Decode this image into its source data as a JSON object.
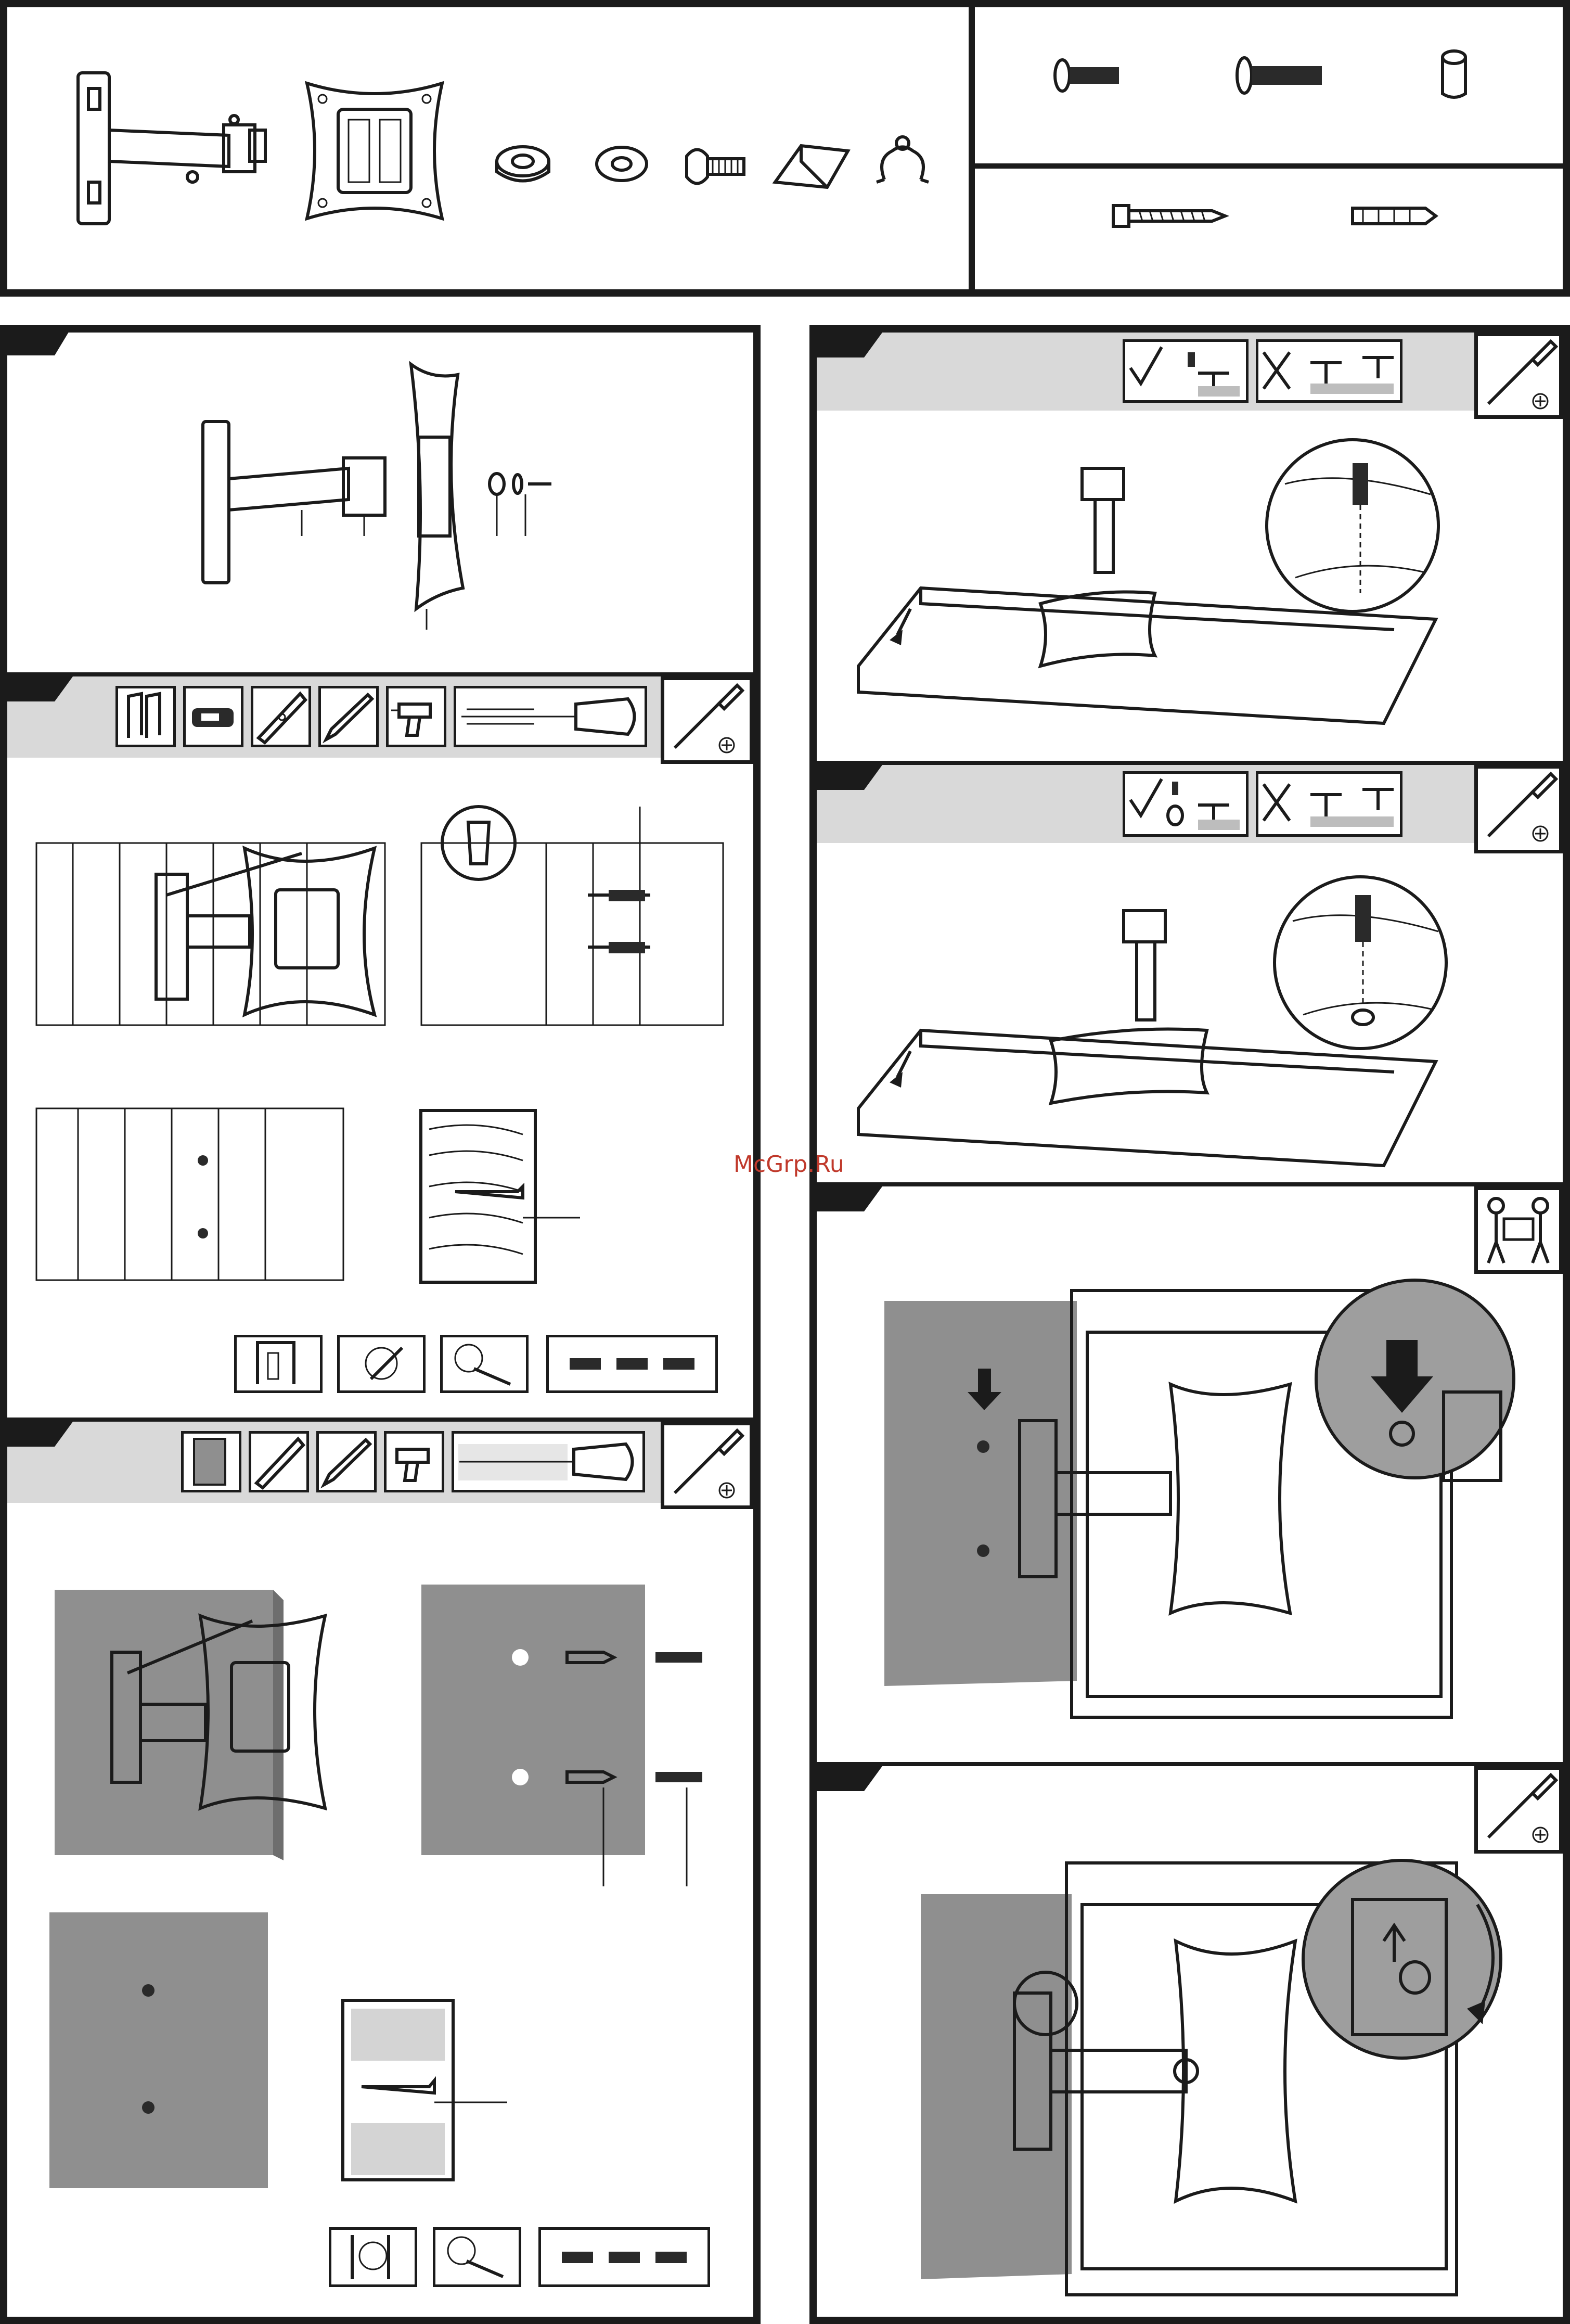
{
  "watermark": {
    "text": "McGrp.Ru",
    "color": "#c0392b"
  },
  "colors": {
    "ink": "#1b1b1b",
    "band": "#d9d9d9",
    "wall": "#8f8f8f",
    "paper": "#ffffff"
  },
  "parts_box": {
    "hardware": [
      "wall-arm-bracket",
      "vesa-plate",
      "locking-knob",
      "washer",
      "bolt",
      "cable-clip",
      "cable-holder"
    ],
    "screws_row_top": [
      "short-machine-screw",
      "long-machine-screw",
      "spacer"
    ],
    "screws_row_bottom": [
      "lag-screw",
      "wall-anchor"
    ]
  },
  "steps": {
    "assembly": {
      "icons": [
        "bracket-assembly-diagram"
      ]
    },
    "wood_stud": {
      "tools": [
        "stud-panel-icon",
        "stud-finder-icon",
        "level-icon",
        "pencil-icon",
        "drill-icon",
        "drill-bit-wood-icon"
      ],
      "right_tool": "screwdriver-icon"
    },
    "concrete": {
      "tools": [
        "wall-panel-icon",
        "level-icon",
        "pencil-icon",
        "drill-icon",
        "drill-bit-concrete-icon"
      ],
      "right_tool": "screwdriver-icon"
    },
    "tv_flat": {
      "ok_marks": [
        "check-icon",
        "cross-icon"
      ],
      "right_tool": "screwdriver-icon"
    },
    "tv_round": {
      "ok_marks": [
        "check-icon",
        "cross-icon"
      ],
      "right_tool": "screwdriver-icon"
    },
    "hang": {
      "right_tool": "two-persons-icon"
    },
    "tighten": {
      "right_tool": "screwdriver-icon"
    }
  }
}
